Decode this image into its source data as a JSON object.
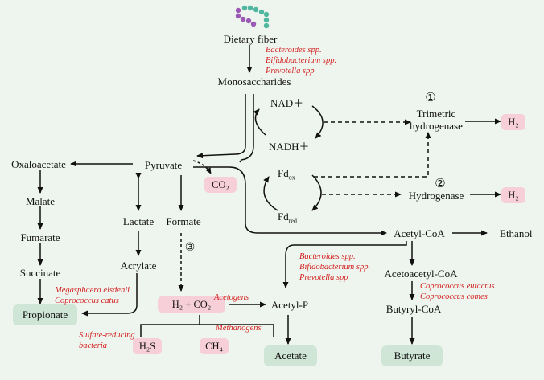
{
  "nodes": {
    "dietary_fiber": "Dietary fiber",
    "monosaccharides": "Monosaccharides",
    "pyruvate": "Pyruvate",
    "oxaloacetate": "Oxaloacetate",
    "malate": "Malate",
    "fumarate": "Fumarate",
    "succinate": "Succinate",
    "propionate": "Propionate",
    "lactate": "Lactate",
    "acrylate": "Acrylate",
    "formate": "Formate",
    "h2_co2": "H₂ + CO₂",
    "h2s": "H₂S",
    "ch4": "CH₄",
    "co2": "CO₂",
    "nad_plus": "NAD＋",
    "nadh_plus": "NADH＋",
    "fd_ox_base": "Fd",
    "fd_ox_sub": "ox",
    "fd_red_base": "Fd",
    "fd_red_sub": "red",
    "trimetric_hydrogenase_line1": "Trimetric",
    "trimetric_hydrogenase_line2": "hydrogenase",
    "hydrogenase": "Hydrogenase",
    "h2_top": "H₂",
    "h2_mid": "H₂",
    "acetyl_coa": "Acetyl-CoA",
    "ethanol": "Ethanol",
    "acetoacetyl_coa": "Acetoacetyl-CoA",
    "butyryl_coa": "Butyryl-CoA",
    "butyrate": "Butyrate",
    "acetyl_p": "Acetyl-P",
    "acetate": "Acetate"
  },
  "step_numbers": {
    "one": "①",
    "two": "②",
    "three": "③"
  },
  "annotations": {
    "fiber_bacteria": [
      "Bacteroides spp.",
      "Bifidobacterium spp.",
      "Prevotella spp"
    ],
    "acetyl_bacteria": [
      "Bacteroides spp.",
      "Bifidobacterium spp.",
      "Prevotella spp"
    ],
    "propionate_bacteria": [
      "Megasphaera elsdenii",
      "Coprococcus catus"
    ],
    "butyrate_bacteria": [
      "Coprococcus eutactus",
      "Coprococcus comes"
    ],
    "acetogens": "Acetogens",
    "methanogens": "Methanogens",
    "sulfate_reducing": [
      "Sulfate-reducing",
      "bacteria"
    ]
  },
  "colors": {
    "background": "#eef5ee",
    "annotation_red": "#d42020",
    "product_green": "#cfe6d6",
    "gas_pink": "#f6cfd8",
    "fiber_teal": "#4fb7a0",
    "fiber_purple": "#9b59b6"
  }
}
